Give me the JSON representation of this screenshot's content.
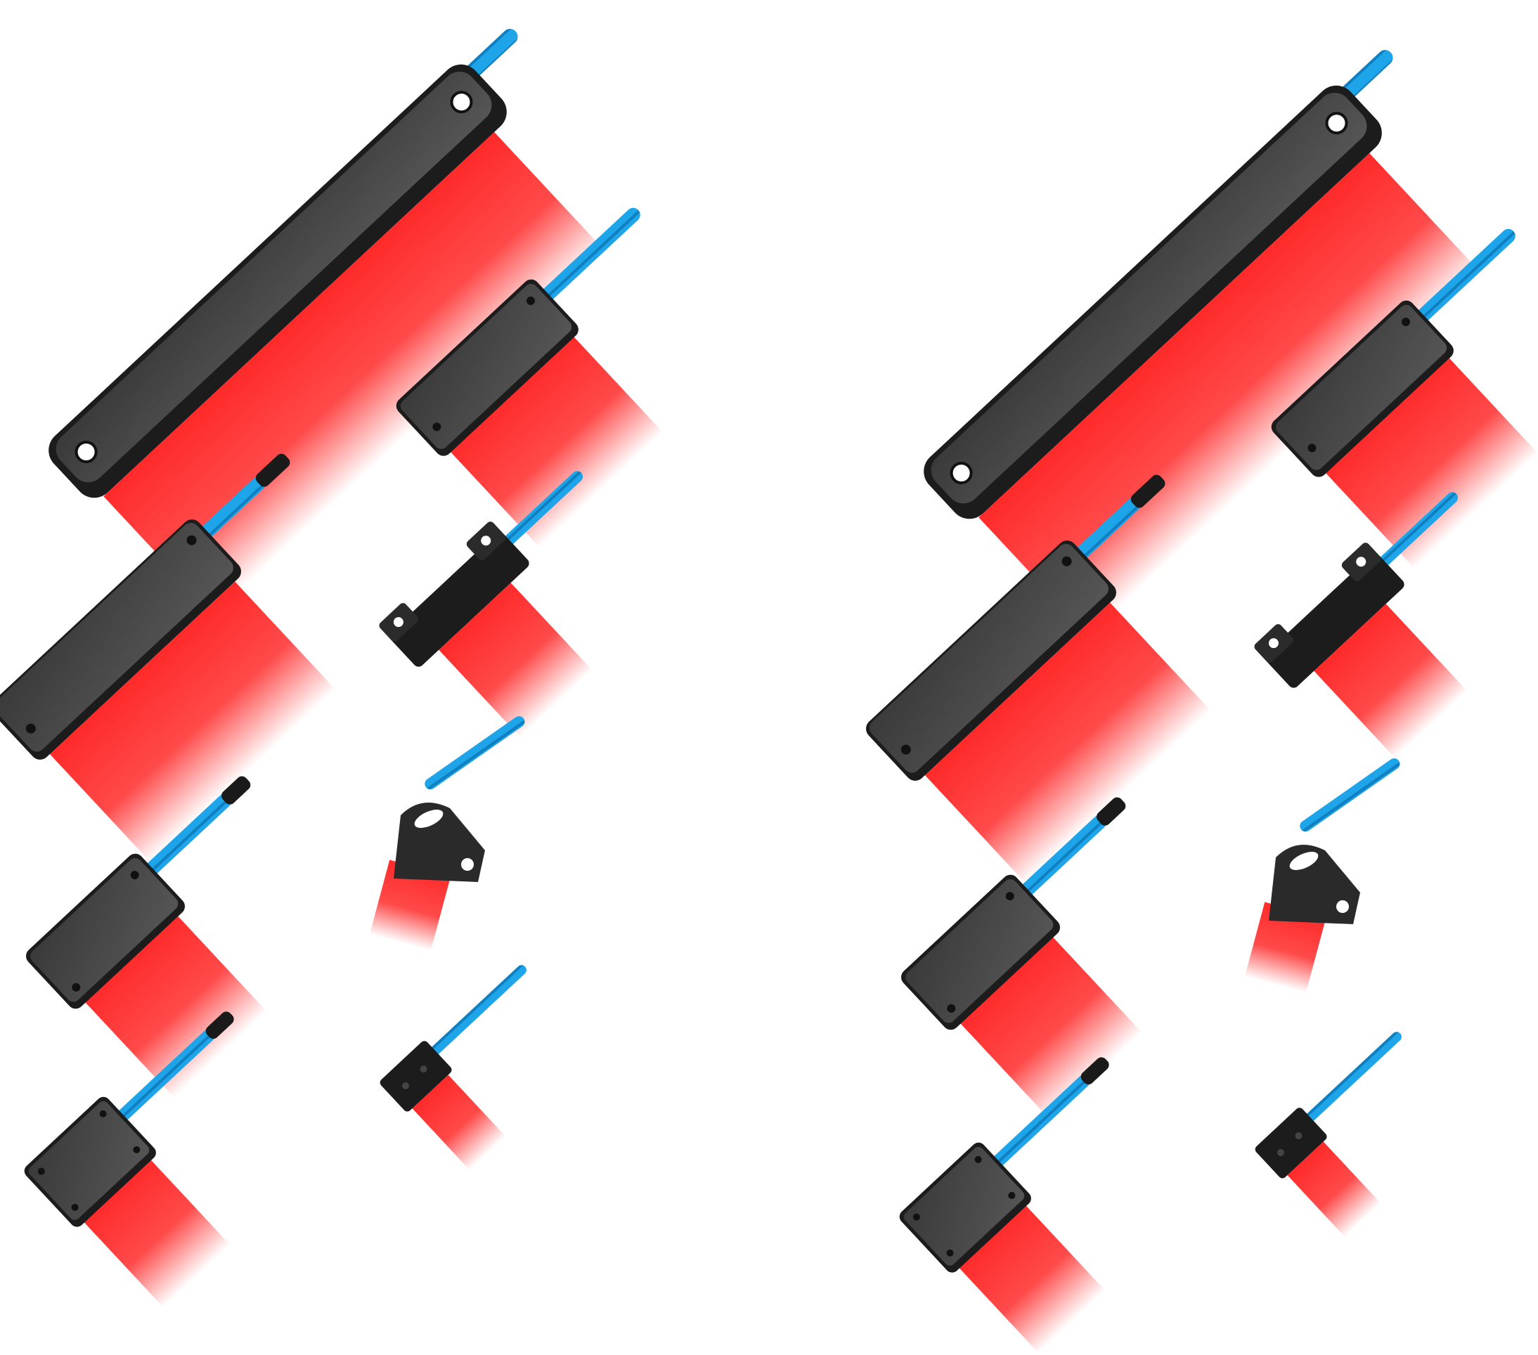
{
  "image": {
    "subject": "fiber-optic-line-light-sensors",
    "panel_count": 2,
    "sensors_per_panel": 8,
    "colors": {
      "background": "#ffffff",
      "housing": "#2f2f2f",
      "housing_face": "#474747",
      "housing_edge": "#1c1c1c",
      "cable_blue": "#1ea4e9",
      "cable_blue_dark": "#0f7fc0",
      "light_red": "#ff2a2a",
      "wire_black": "#1a1a1a"
    },
    "panels": [
      {
        "id": "panel-left",
        "sensors": [
          {
            "id": "s1",
            "kind": "long-bar"
          },
          {
            "id": "s2",
            "kind": "medium-bar"
          },
          {
            "id": "s3",
            "kind": "small-block"
          },
          {
            "id": "s4",
            "kind": "square-block"
          },
          {
            "id": "s5",
            "kind": "rect-block"
          },
          {
            "id": "s6",
            "kind": "flanged-block"
          },
          {
            "id": "s7",
            "kind": "pear-mount"
          },
          {
            "id": "s8",
            "kind": "mini-block"
          }
        ]
      },
      {
        "id": "panel-right",
        "sensors": [
          {
            "id": "s1",
            "kind": "long-bar"
          },
          {
            "id": "s2",
            "kind": "medium-bar"
          },
          {
            "id": "s3",
            "kind": "small-block"
          },
          {
            "id": "s4",
            "kind": "square-block"
          },
          {
            "id": "s5",
            "kind": "rect-block"
          },
          {
            "id": "s6",
            "kind": "flanged-block"
          },
          {
            "id": "s7",
            "kind": "pear-mount"
          },
          {
            "id": "s8",
            "kind": "mini-block"
          }
        ]
      }
    ]
  }
}
